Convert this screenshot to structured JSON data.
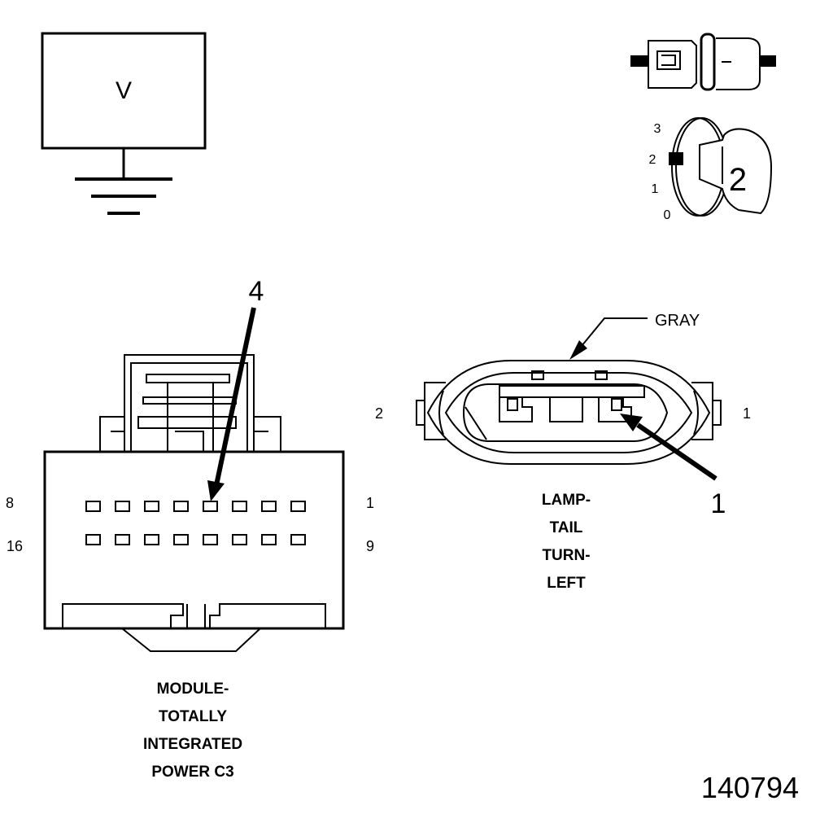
{
  "voltmeter": {
    "symbol": "V"
  },
  "ignition_switch": {
    "positions": [
      "3",
      "2",
      "1",
      "0"
    ],
    "key_label": "2"
  },
  "module_connector": {
    "callout": "4",
    "row1_left": "8",
    "row1_right": "1",
    "row2_left": "16",
    "row2_right": "9",
    "caption": [
      "MODULE-",
      "TOTALLY",
      "INTEGRATED",
      "POWER C3"
    ]
  },
  "lamp_connector": {
    "color": "GRAY",
    "pin_left": "2",
    "pin_right": "1",
    "callout": "1",
    "caption": [
      "LAMP-",
      "TAIL",
      "TURN-",
      "LEFT"
    ]
  },
  "figure_number": "140794"
}
